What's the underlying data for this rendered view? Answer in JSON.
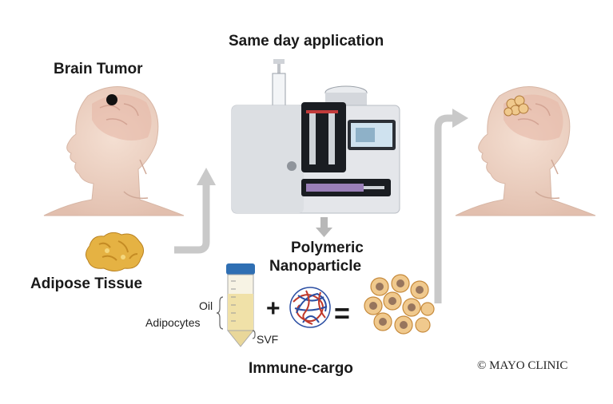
{
  "labels": {
    "brain_tumor": "Brain Tumor",
    "adipose_tissue": "Adipose Tissue",
    "same_day_application": "Same day application",
    "polymeric_nanoparticle_line1": "Polymeric",
    "polymeric_nanoparticle_line2": "Nanoparticle",
    "oil": "Oil",
    "adipocytes": "Adipocytes",
    "svf": "SVF",
    "plus": "+",
    "equals": "=",
    "immune_cargo": "Immune-cargo"
  },
  "copyright": "© MAYO CLINIC",
  "colors": {
    "skin": "#e9cfc0",
    "arrow": "#c9c9c9",
    "machine": "#e4e6ea",
    "fat": "#e5b243",
    "cell": "#f0c98d",
    "tumor": "#111111"
  }
}
